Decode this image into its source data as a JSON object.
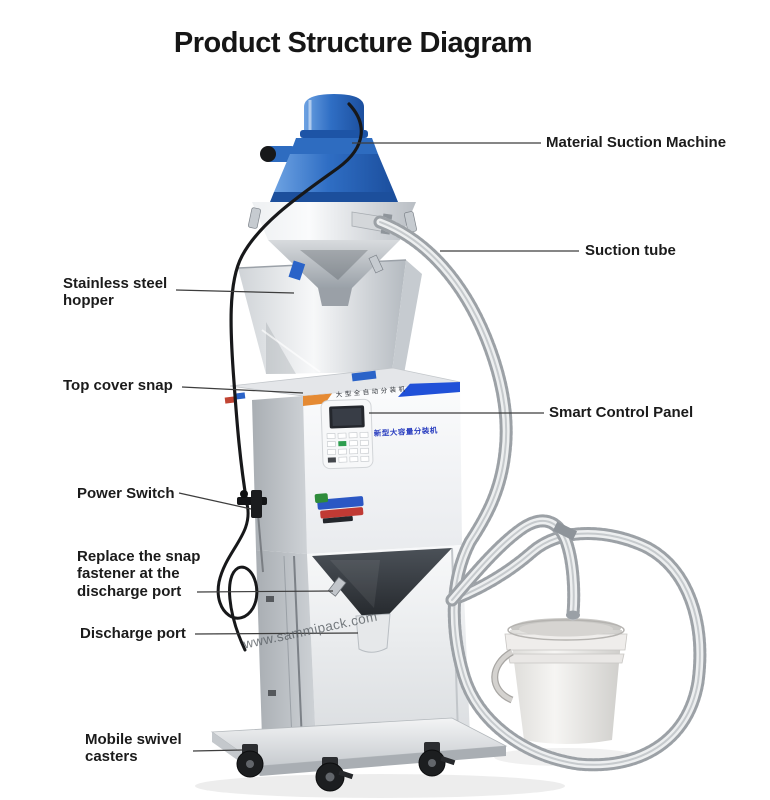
{
  "title": "Product Structure Diagram",
  "watermark": "www.sammipack.com",
  "labels": {
    "material_suction_machine": "Material Suction Machine",
    "suction_tube": "Suction tube",
    "stainless_steel_hopper": "Stainless steel hopper",
    "top_cover_snap": "Top cover snap",
    "smart_control_panel": "Smart Control Panel",
    "power_switch": "Power Switch",
    "replace_snap_fastener": "Replace the snap fastener at the discharge port",
    "discharge_port": "Discharge port",
    "mobile_swivel_casters": "Mobile swivel casters"
  },
  "machine_text": {
    "header_cn": "大型全自动分装机",
    "panel_cn": "新型大容量分装机"
  },
  "colors": {
    "accent_blue": "#2f6ec4",
    "accent_orange": "#e58a33",
    "label_text": "#1b1b1b",
    "leader_line": "#3d3d3d"
  }
}
